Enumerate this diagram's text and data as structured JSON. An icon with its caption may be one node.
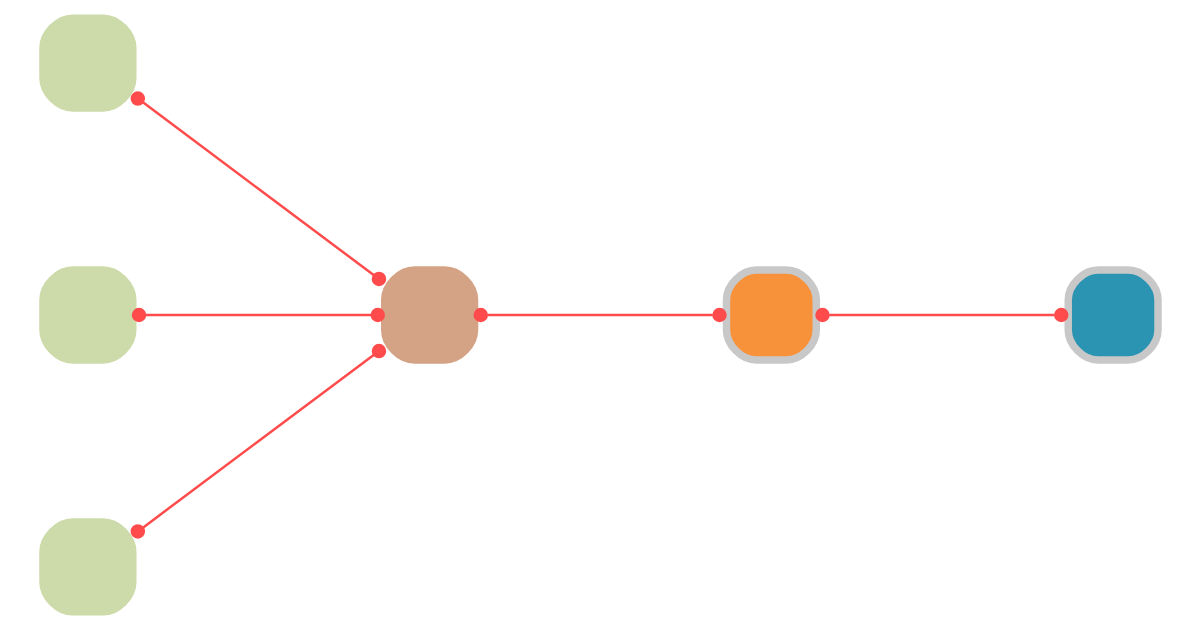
{
  "diagram": {
    "nodes": [
      {
        "text": [],
        "shape": "box"
      },
      {
        "text": [],
        "shape": "box"
      },
      {
        "text": [],
        "shape": "box"
      },
      {
        "text": [],
        "shape": "box"
      },
      {
        "text": [],
        "shape": "box"
      },
      {
        "text": [],
        "shape": "box"
      }
    ],
    "edges": [
      {
        "from": 0,
        "to": 3,
        "arrow": "other"
      },
      {
        "from": 1,
        "to": 3,
        "arrow": "other"
      },
      {
        "from": 2,
        "to": 3,
        "arrow": "other"
      },
      {
        "from": 3,
        "to": 4,
        "arrow": "other"
      },
      {
        "from": 4,
        "to": 5,
        "arrow": "other"
      }
    ]
  }
}
